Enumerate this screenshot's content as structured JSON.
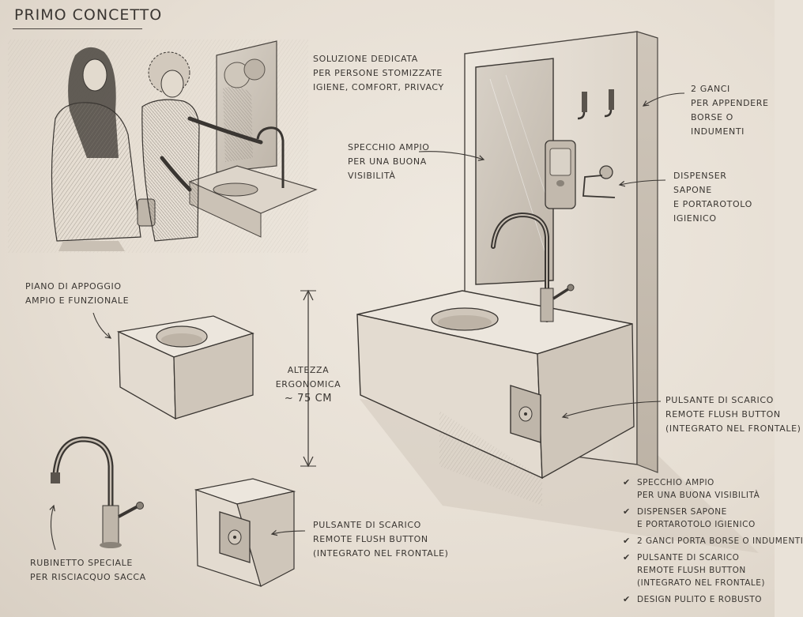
{
  "title": "Primo Concetto",
  "notes": {
    "intro": [
      "Soluzione dedicata",
      "per persone stomizzate",
      "igiene, comfort, privacy"
    ],
    "mirror": [
      "Specchio ampio",
      "per una buona",
      "visibilità"
    ],
    "hooks": [
      "2 ganci",
      "per appendere",
      "borse o",
      "indumenti"
    ],
    "dispenser": [
      "Dispenser",
      "sapone",
      "e portarotolo",
      "igienico"
    ],
    "counter": [
      "Piano di appoggio",
      "ampio e funzionale"
    ],
    "height": [
      "Altezza",
      "ergonomica",
      "~ 75 cm"
    ],
    "flush_main": [
      "Pulsante di scarico",
      "remote flush button",
      "(integrato nel frontale)"
    ],
    "flush_detail": [
      "Pulsante di scarico",
      "remote flush button",
      "(integrato nel frontale)"
    ],
    "faucet": [
      "Rubinetto speciale",
      "per risciacquo sacca"
    ]
  },
  "checklist": {
    "check_glyph": "✔",
    "items": [
      [
        "Specchio ampio",
        "per una buona visibilità"
      ],
      [
        "Dispenser sapone",
        "e portarotolo igienico"
      ],
      [
        "2 ganci porta borse o indumenti"
      ],
      [
        "Pulsante di scarico",
        "remote flush button",
        "(integrato nel frontale)"
      ],
      [
        "Design pulito e robusto"
      ]
    ]
  },
  "colors": {
    "paper": "#e9e2d8",
    "ink": "#3a3632",
    "pencil": "#5a544d",
    "shade": "#b9b0a4"
  }
}
